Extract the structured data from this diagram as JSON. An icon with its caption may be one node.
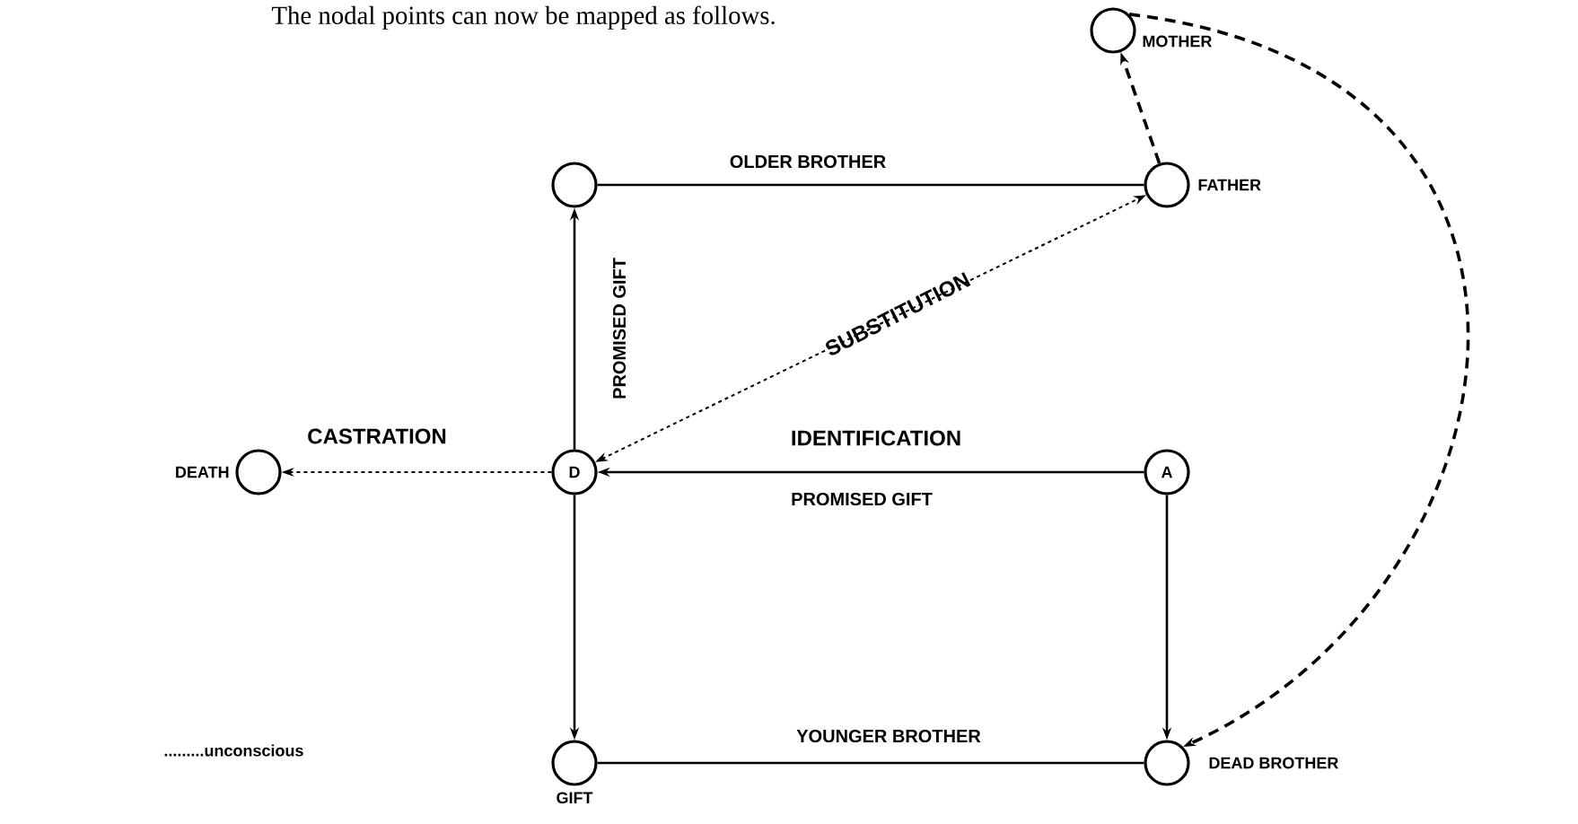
{
  "diagram": {
    "nodes": [
      {
        "text": [],
        "shape": "circle",
        "beside": [
          "MOTHER"
        ]
      },
      {
        "text": [],
        "shape": "circle"
      },
      {
        "text": [],
        "shape": "circle",
        "beside": [
          "FATHER"
        ]
      },
      {
        "text": [],
        "shape": "circle",
        "beside": [
          "DEATH"
        ]
      },
      {
        "text": [
          "D"
        ]
      },
      {
        "text": [
          "A"
        ]
      },
      {
        "text": [],
        "shape": "circle",
        "beside": [
          "GIFT"
        ]
      },
      {
        "text": [],
        "shape": "circle",
        "beside": [
          "DEAD BROTHER"
        ]
      }
    ],
    "edges": [
      {
        "from": 2,
        "to": 0,
        "arrow": "to",
        "style": "dashed"
      },
      {
        "from": 1,
        "to": 2,
        "arrow": "none",
        "label": "OLDER BROTHER"
      },
      {
        "from": 4,
        "to": 1,
        "arrow": "to",
        "label": "PROMISED GIFT"
      },
      {
        "from": 4,
        "to": 2,
        "arrow": "both",
        "style": "dashed",
        "label": "SUBSTITUTION"
      },
      {
        "from": 5,
        "to": 4,
        "arrow": "to",
        "label": "IDENTIFICATION"
      },
      {
        "from": 4,
        "to": 3,
        "arrow": "to",
        "style": "dashed",
        "label": "CASTRATION"
      },
      {
        "from": 4,
        "to": 6,
        "arrow": "to"
      },
      {
        "from": 5,
        "to": 7,
        "arrow": "to"
      },
      {
        "from": 6,
        "to": 7,
        "arrow": "none",
        "label": "YOUNGER BROTHER"
      },
      {
        "from": 0,
        "to": 7,
        "arrow": "to",
        "style": "dashed"
      }
    ],
    "labels": [
      "The nodal points can now be mapped as follows.",
      "PROMISED GIFT",
      ".........unconscious"
    ]
  }
}
